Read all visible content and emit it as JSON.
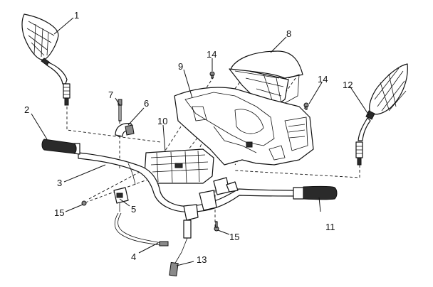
{
  "callouts": {
    "c1": "1",
    "c2": "2",
    "c3": "3",
    "c4": "4",
    "c5": "5",
    "c6": "6",
    "c7": "7",
    "c8": "8",
    "c9": "9",
    "c10": "10",
    "c11": "11",
    "c12": "12",
    "c13": "13",
    "c14a": "14",
    "c14b": "14",
    "c15a": "15",
    "c15b": "15"
  }
}
